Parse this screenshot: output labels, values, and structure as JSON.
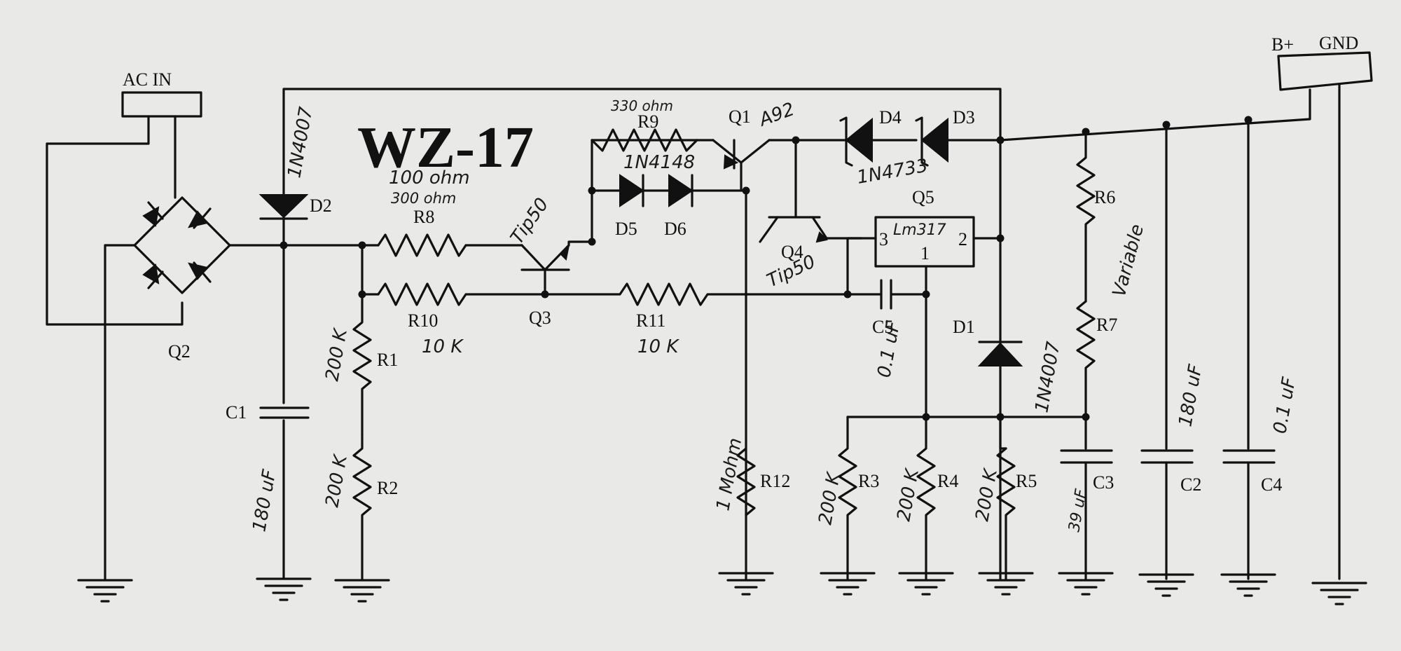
{
  "title": "WZ-17",
  "connectors": {
    "ac_in": "AC IN",
    "b_plus": "B+",
    "gnd": "GND"
  },
  "components": {
    "D1": "D1",
    "D2": "D2",
    "D3": "D3",
    "D4": "D4",
    "D5": "D5",
    "D6": "D6",
    "Q1": "Q1",
    "Q2": "Q2",
    "Q3": "Q3",
    "Q4": "Q4",
    "Q5": "Q5",
    "R1": "R1",
    "R2": "R2",
    "R3": "R3",
    "R4": "R4",
    "R5": "R5",
    "R6": "R6",
    "R7": "R7",
    "R8": "R8",
    "R9": "R9",
    "R10": "R10",
    "R11": "R11",
    "R12": "R12",
    "C1": "C1",
    "C2": "C2",
    "C3": "C3",
    "C4": "C4",
    "C5": "C5"
  },
  "values": {
    "d2_part": "1N4007",
    "d1_part": "1N4007",
    "d34_part": "1N4733",
    "d56_part": "1N4148",
    "q1_part": "A92",
    "q3_part": "Tip50",
    "q4_part": "Tip50",
    "q5_part": "Lm317",
    "q5_pin1": "1",
    "q5_pin2": "2",
    "q5_pin3": "3",
    "r8_a": "100 ohm",
    "r8_b": "300 ohm",
    "r9": "330 ohm",
    "r1": "200 K",
    "r2": "200 K",
    "r10": "10 K",
    "r11": "10 K",
    "r12": "1 Mohm",
    "r3": "200 K",
    "r4": "200 K",
    "r5": "200 K",
    "r6r7": "Variable",
    "c1": "180 uF",
    "c2": "180 uF",
    "c3": "39 uF",
    "c4": "0.1 uF",
    "c5": "0.1 uF"
  }
}
